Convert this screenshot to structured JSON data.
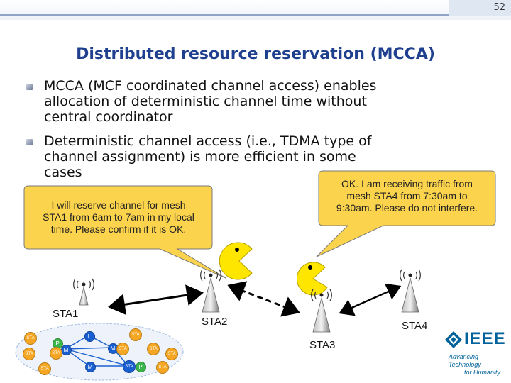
{
  "header": {
    "page_number": "52"
  },
  "slide": {
    "title": "Distributed resource reservation (MCCA)",
    "bullets": [
      {
        "lines": [
          "MCCA (MCF coordinated channel access) enables",
          "allocation of deterministic channel time without",
          "central coordinator"
        ]
      },
      {
        "lines": [
          "Deterministic channel access (i.e., TDMA type of",
          "channel assignment) is more efficient in some",
          "cases"
        ]
      }
    ]
  },
  "callouts": {
    "left": {
      "lines": [
        "I will reserve channel for mesh",
        "STA1 from 6am to 7am in my local",
        "time. Please confirm if it is OK."
      ]
    },
    "right": {
      "lines": [
        "OK. I am receiving traffic from",
        "mesh STA4 from 7:30am to",
        "9:30am. Please do not interfere."
      ]
    }
  },
  "stations": {
    "sta1": "STA1",
    "sta2": "STA2",
    "sta3": "STA3",
    "sta4": "STA4"
  },
  "mesh_diagram": {
    "nodes": [
      "STA",
      "STA",
      "STA",
      "P",
      "M",
      "STA",
      "M",
      "STA",
      "STA",
      "L",
      "M",
      "STA",
      "M",
      "P",
      "STA",
      "STA",
      "STA"
    ]
  },
  "logo": {
    "name": "IEEE",
    "tagline_1": "Advancing Technology",
    "tagline_2": "for Humanity"
  },
  "colors": {
    "title": "#1f3f8f",
    "callout_fill": "#fcd34d",
    "pacman": "#ffe600",
    "ieee_blue": "#00629b"
  }
}
